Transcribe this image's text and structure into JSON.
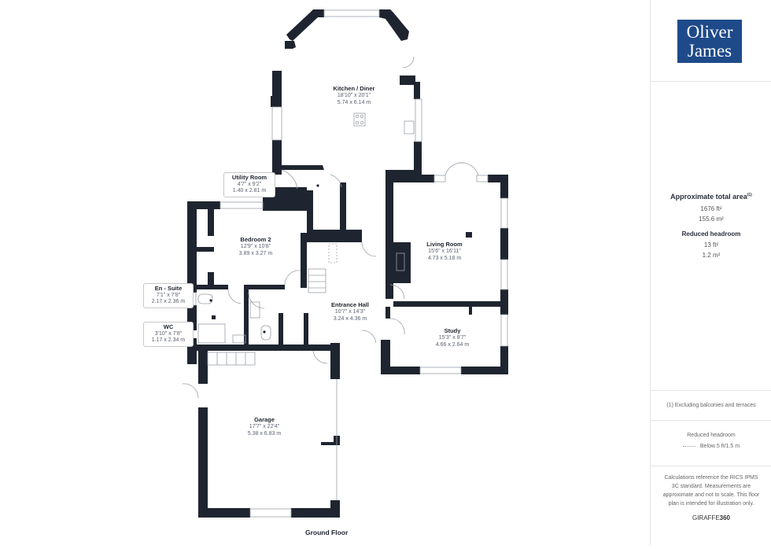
{
  "floor_label": "Ground Floor",
  "colors": {
    "wall": "#1f2530",
    "brand": "#1e4a8a",
    "window": "#ffffff"
  },
  "rooms": [
    {
      "name": "Kitchen / Diner",
      "imperial": "18'10\" x 20'1\"",
      "metric": "5.74 x 6.14 m"
    },
    {
      "name": "Utility Room",
      "imperial": "4'7\" x 9'2\"",
      "metric": "1.40 x 2.81 m"
    },
    {
      "name": "Bedroom 2",
      "imperial": "12'9\" x 10'8\"",
      "metric": "3.89 x 3.27 m"
    },
    {
      "name": "En - Suite",
      "imperial": "7'1\" x 7'8\"",
      "metric": "2.17 x 2.36 m"
    },
    {
      "name": "WC",
      "imperial": "3'10\" x 7'8\"",
      "metric": "1.17 x 2.34 m"
    },
    {
      "name": "Entrance Hall",
      "imperial": "10'7\" x 14'3\"",
      "metric": "3.24 x 4.36 m"
    },
    {
      "name": "Living Room",
      "imperial": "15'6\" x 16'11\"",
      "metric": "4.73 x 5.18 m"
    },
    {
      "name": "Study",
      "imperial": "15'3\" x 8'7\"",
      "metric": "4.66 x 2.64 m"
    },
    {
      "name": "Garage",
      "imperial": "17'7\" x 22'4\"",
      "metric": "5.38 x 6.83 m"
    }
  ],
  "panel": {
    "logo_line1": "Oliver",
    "logo_line2": "James",
    "area_title": "Approximate total area",
    "area_sup": "(1)",
    "area_ft": "1676 ft²",
    "area_m": "155.6 m²",
    "reduced_title": "Reduced headroom",
    "reduced_ft": "13 ft²",
    "reduced_m": "1.2 m²",
    "footnote": "(1) Excluding balconies and terraces",
    "legend_title": "Reduced headroom",
    "legend_item": "Below 5 ft/1.5 m",
    "disclaimer": "Calculations reference the RICS IPMS 3C standard. Measurements are approximate and not to scale. This floor plan is intended for illustration only.",
    "brand_a": "GIRAFFE",
    "brand_b": "360"
  }
}
